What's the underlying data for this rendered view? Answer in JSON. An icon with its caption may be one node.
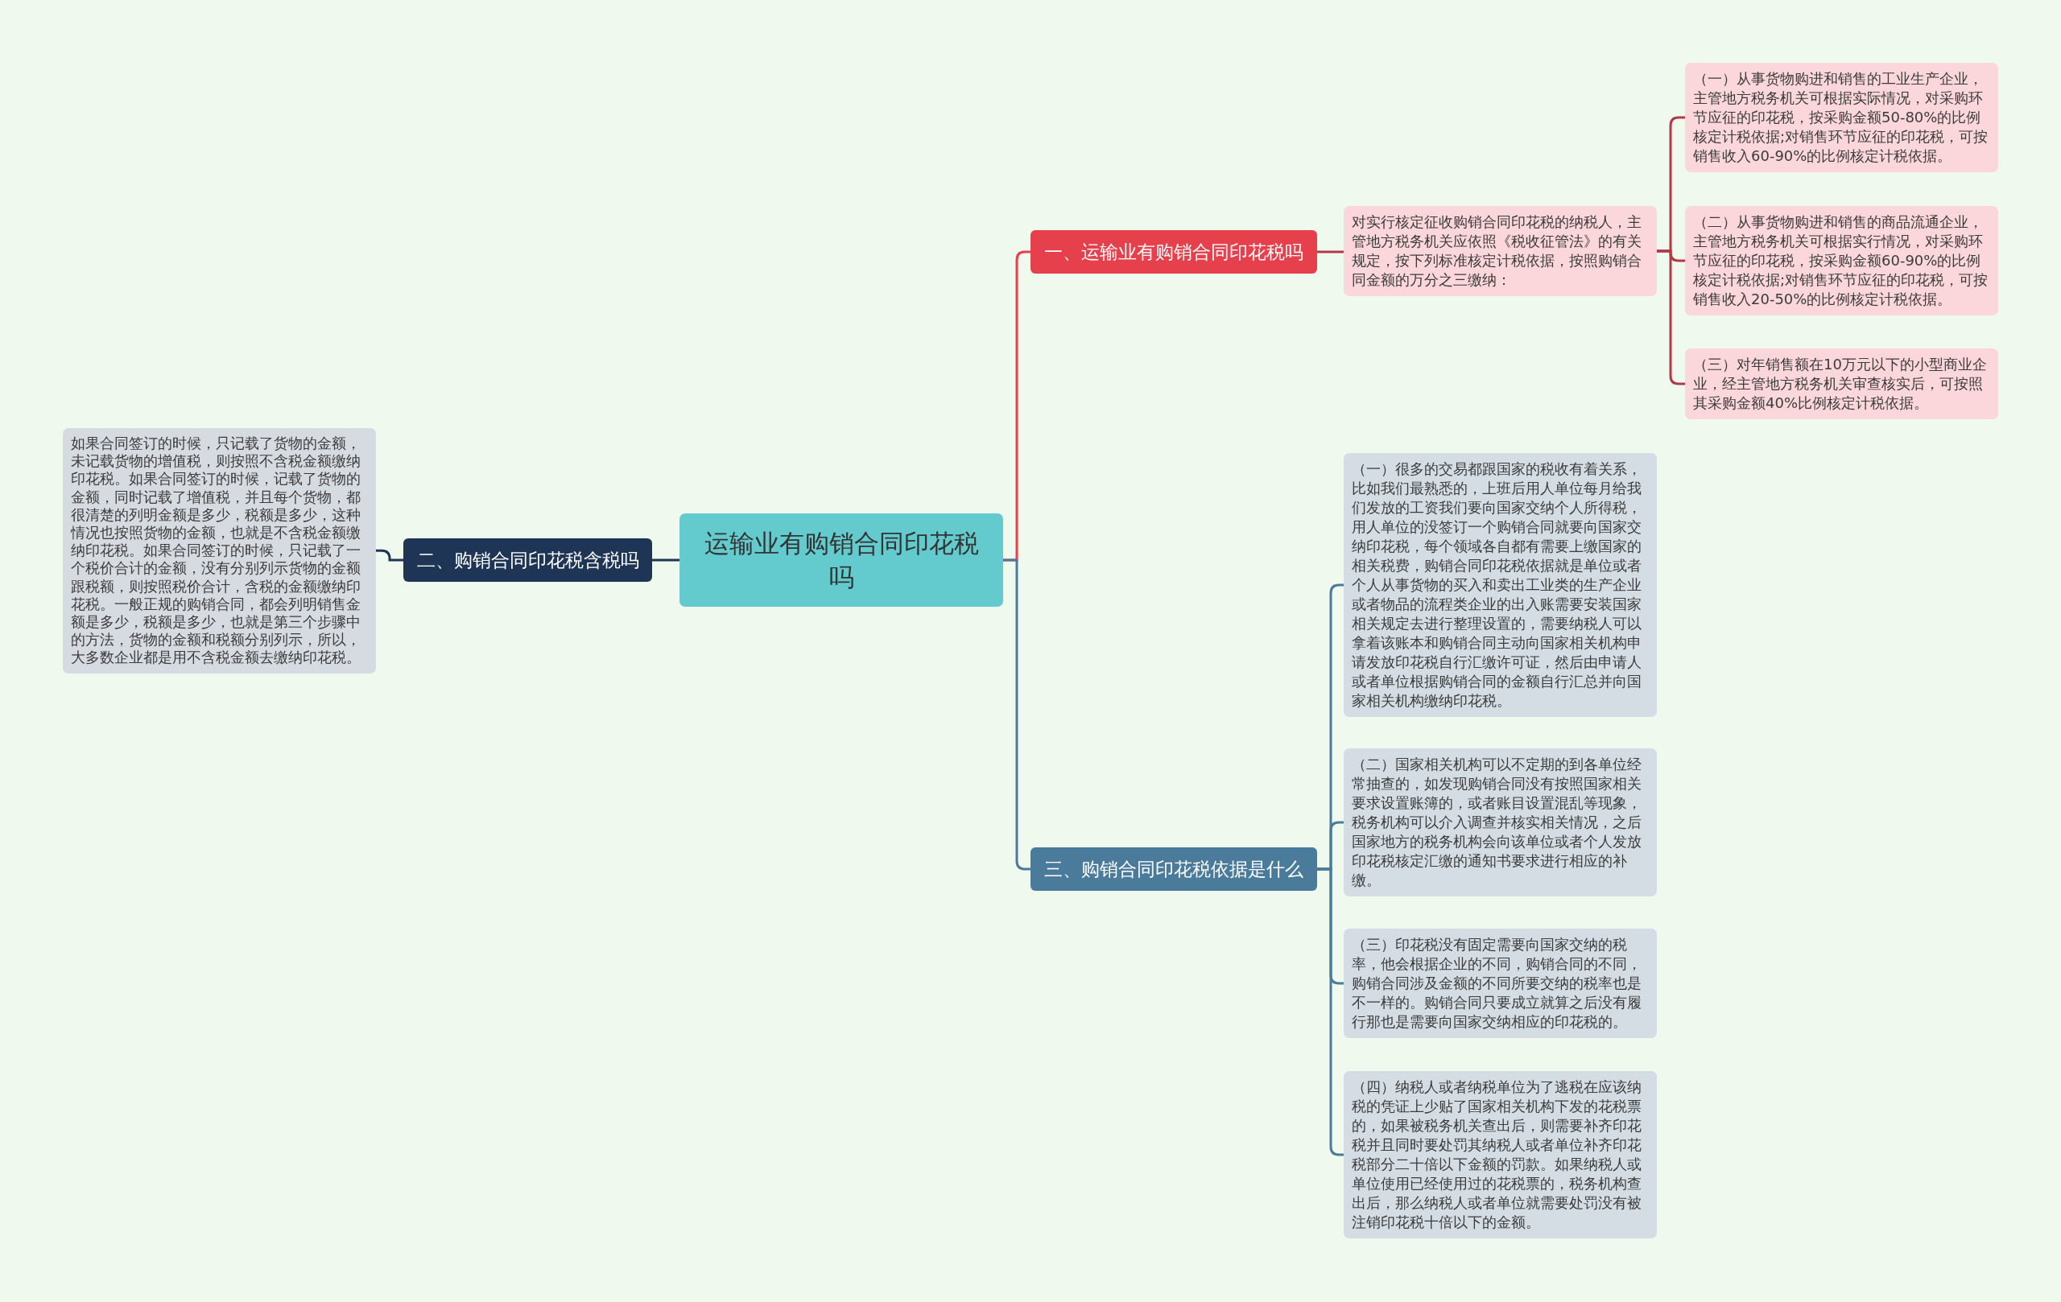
{
  "diagram": {
    "nodes": [
      {
        "text": [
          "运输业有购销合同印花税吗"
        ]
      },
      {
        "text": [
          "一、运输业有购销合同印花税吗"
        ]
      },
      {
        "text": [
          "对实行核定征收购销合同印花税的纳税人，主管地方税务机关应依照《税收征管法》的有关规定，按下列标准核定计税依据，按照购销合同金额的万分之三缴纳："
        ]
      },
      {
        "text": [
          "（一）从事货物购进和销售的工业生产企业，主管地方税务机关可根据实际情况，对采购环节应征的印花税，按采购金额50-80%的比例核定计税依据;对销售环节应征的印花税，可按销售收入60-90%的比例核定计税依据。"
        ]
      },
      {
        "text": [
          "（二）从事货物购进和销售的商品流通企业，主管地方税务机关可根据实行情况，对采购环节应征的印花税，按采购金额60-90%的比例核定计税依据;对销售环节应征的印花税，可按销售收入20-50%的比例核定计税依据。"
        ]
      },
      {
        "text": [
          "（三）对年销售额在10万元以下的小型商业企业，经主管地方税务机关审查核实后，可按照其采购金额40%比例核定计税依据。"
        ]
      },
      {
        "text": [
          "二、购销合同印花税含税吗"
        ]
      },
      {
        "text": [
          "如果合同签订的时候，只记载了货物的金额，未记载货物的增值税，则按照不含税金额缴纳印花税。如果合同签订的时候，记载了货物的金额，同时记载了增值税，并且每个货物，都很清楚的列明金额是多少，税额是多少，这种情况也按照货物的金额，也就是不含税金额缴纳印花税。如果合同签订的时候，只记载了一个税价合计的金额，没有分别列示货物的金额跟税额，则按照税价合计，含税的金额缴纳印花税。一般正规的购销合同，都会列明销售金额是多少，税额是多少，也就是第三个步骤中的方法，货物的金额和税额分别列示，所以，大多数企业都是用不含税金额去缴纳印花税。"
        ]
      },
      {
        "text": [
          "三、购销合同印花税依据是什么"
        ]
      },
      {
        "text": [
          "（一）很多的交易都跟国家的税收有着关系，比如我们最熟悉的，上班后用人单位每月给我们发放的工资我们要向国家交纳个人所得税，用人单位的没签订一个购销合同就要向国家交纳印花税，每个领域各自都有需要上缴国家的相关税费，购销合同印花税依据就是单位或者个人从事货物的买入和卖出工业类的生产企业或者物品的流程类企业的出入账需要安装国家相关规定去进行整理设置的，需要纳税人可以拿着该账本和购销合同主动向国家相关机构申请发放印花税自行汇缴许可证，然后由申请人或者单位根据购销合同的金额自行汇总并向国家相关机构缴纳印花税。"
        ]
      },
      {
        "text": [
          "（二）国家相关机构可以不定期的到各单位经常抽查的，如发现购销合同没有按照国家相关要求设置账簿的，或者账目设置混乱等现象，税务机构可以介入调查并核实相关情况，之后国家地方的税务机构会向该单位或者个人发放印花税核定汇缴的通知书要求进行相应的补缴。"
        ]
      },
      {
        "text": [
          "（三）印花税没有固定需要向国家交纳的税率，他会根据企业的不同，购销合同的不同，购销合同涉及金额的不同所要交纳的税率也是不一样的。购销合同只要成立就算之后没有履行那也是需要向国家交纳相应的印花税的。"
        ]
      },
      {
        "text": [
          "（四）纳税人或者纳税单位为了逃税在应该纳税的凭证上少贴了国家相关机构下发的花税票的，如果被税务机关查出后，则需要补齐印花税并且同时要处罚其纳税人或者单位补齐印花税部分二十倍以下金额的罚款。如果纳税人或单位使用已经使用过的花税票的，税务机构查出后，那么纳税人或者单位就需要处罚没有被注销印花税十倍以下的金额。"
        ]
      }
    ],
    "edges": [
      {
        "from": 0,
        "to": 1,
        "arrow": "none",
        "color": "#e5404b"
      },
      {
        "from": 1,
        "to": 2,
        "arrow": "none",
        "color": "#b03a46"
      },
      {
        "from": 2,
        "to": 3,
        "arrow": "none",
        "color": "#b03a46"
      },
      {
        "from": 2,
        "to": 4,
        "arrow": "none",
        "color": "#b03a46"
      },
      {
        "from": 2,
        "to": 5,
        "arrow": "none",
        "color": "#b03a46"
      },
      {
        "from": 0,
        "to": 6,
        "arrow": "none",
        "color": "#1e3556"
      },
      {
        "from": 6,
        "to": 7,
        "arrow": "none",
        "color": "#1e3556"
      },
      {
        "from": 0,
        "to": 8,
        "arrow": "none",
        "color": "#4b7b9b"
      },
      {
        "from": 8,
        "to": 9,
        "arrow": "none",
        "color": "#4b7b9b"
      },
      {
        "from": 8,
        "to": 10,
        "arrow": "none",
        "color": "#4b7b9b"
      },
      {
        "from": 8,
        "to": 11,
        "arrow": "none",
        "color": "#4b7b9b"
      },
      {
        "from": 8,
        "to": 12,
        "arrow": "none",
        "color": "#4b7b9b"
      }
    ]
  }
}
